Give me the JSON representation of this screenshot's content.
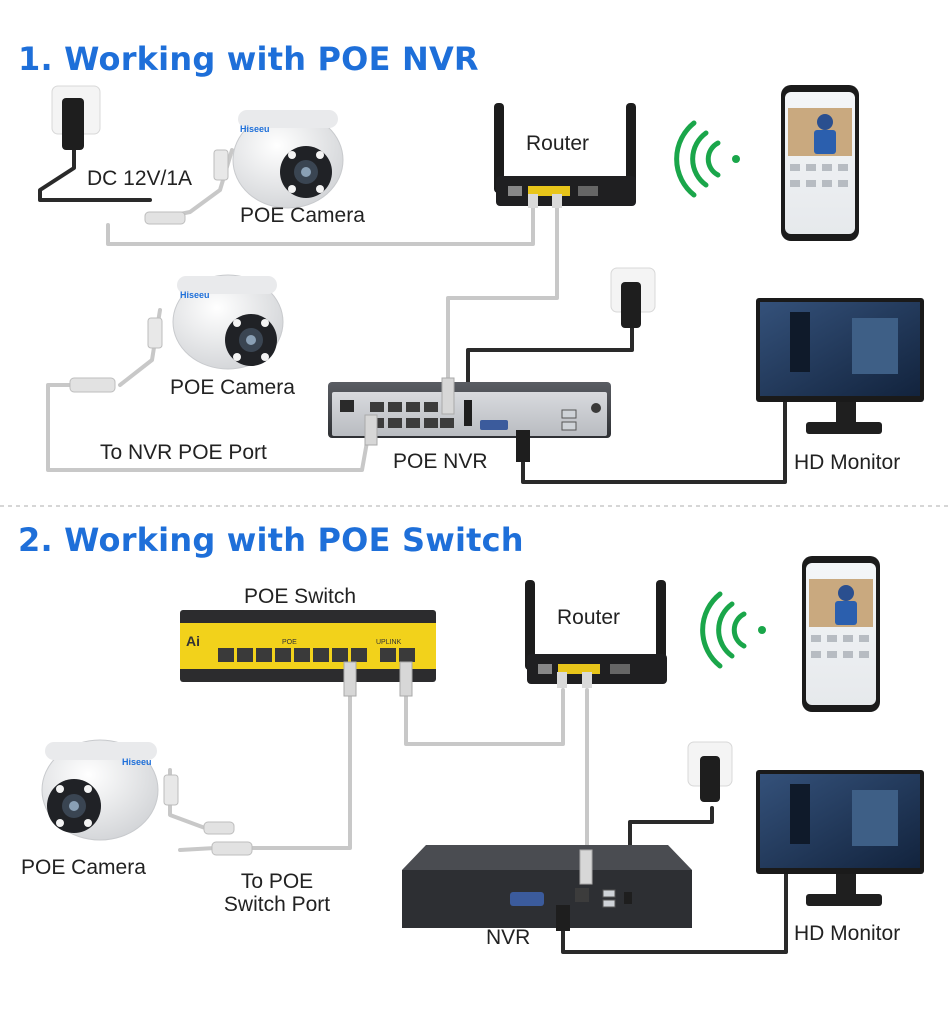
{
  "sections": [
    {
      "title": "1. Working with POE NVR",
      "labels": {
        "dc_power": "DC 12V/1A",
        "camera_top": "POE Camera",
        "router": "Router",
        "camera_mid": "POE Camera",
        "nvr_port": "To NVR POE Port",
        "nvr": "POE NVR",
        "monitor": "HD Monitor"
      },
      "brand": "Hiseeu"
    },
    {
      "title": "2. Working with POE Switch",
      "labels": {
        "switch": "POE Switch",
        "router": "Router",
        "camera": "POE Camera",
        "switch_port_line1": "To POE",
        "switch_port_line2": "Switch Port",
        "nvr": "NVR",
        "monitor": "HD Monitor"
      },
      "brand": "Hiseeu",
      "switch_panel": {
        "logo": "Ai",
        "poe": "POE",
        "uplink": "UPLINK"
      }
    }
  ],
  "colors": {
    "title": "#1e6fd9",
    "cable_gray": "#bfbfbf",
    "cable_black": "#222222",
    "wifi": "#1aa64a",
    "switch_yellow": "#f2d21b"
  }
}
